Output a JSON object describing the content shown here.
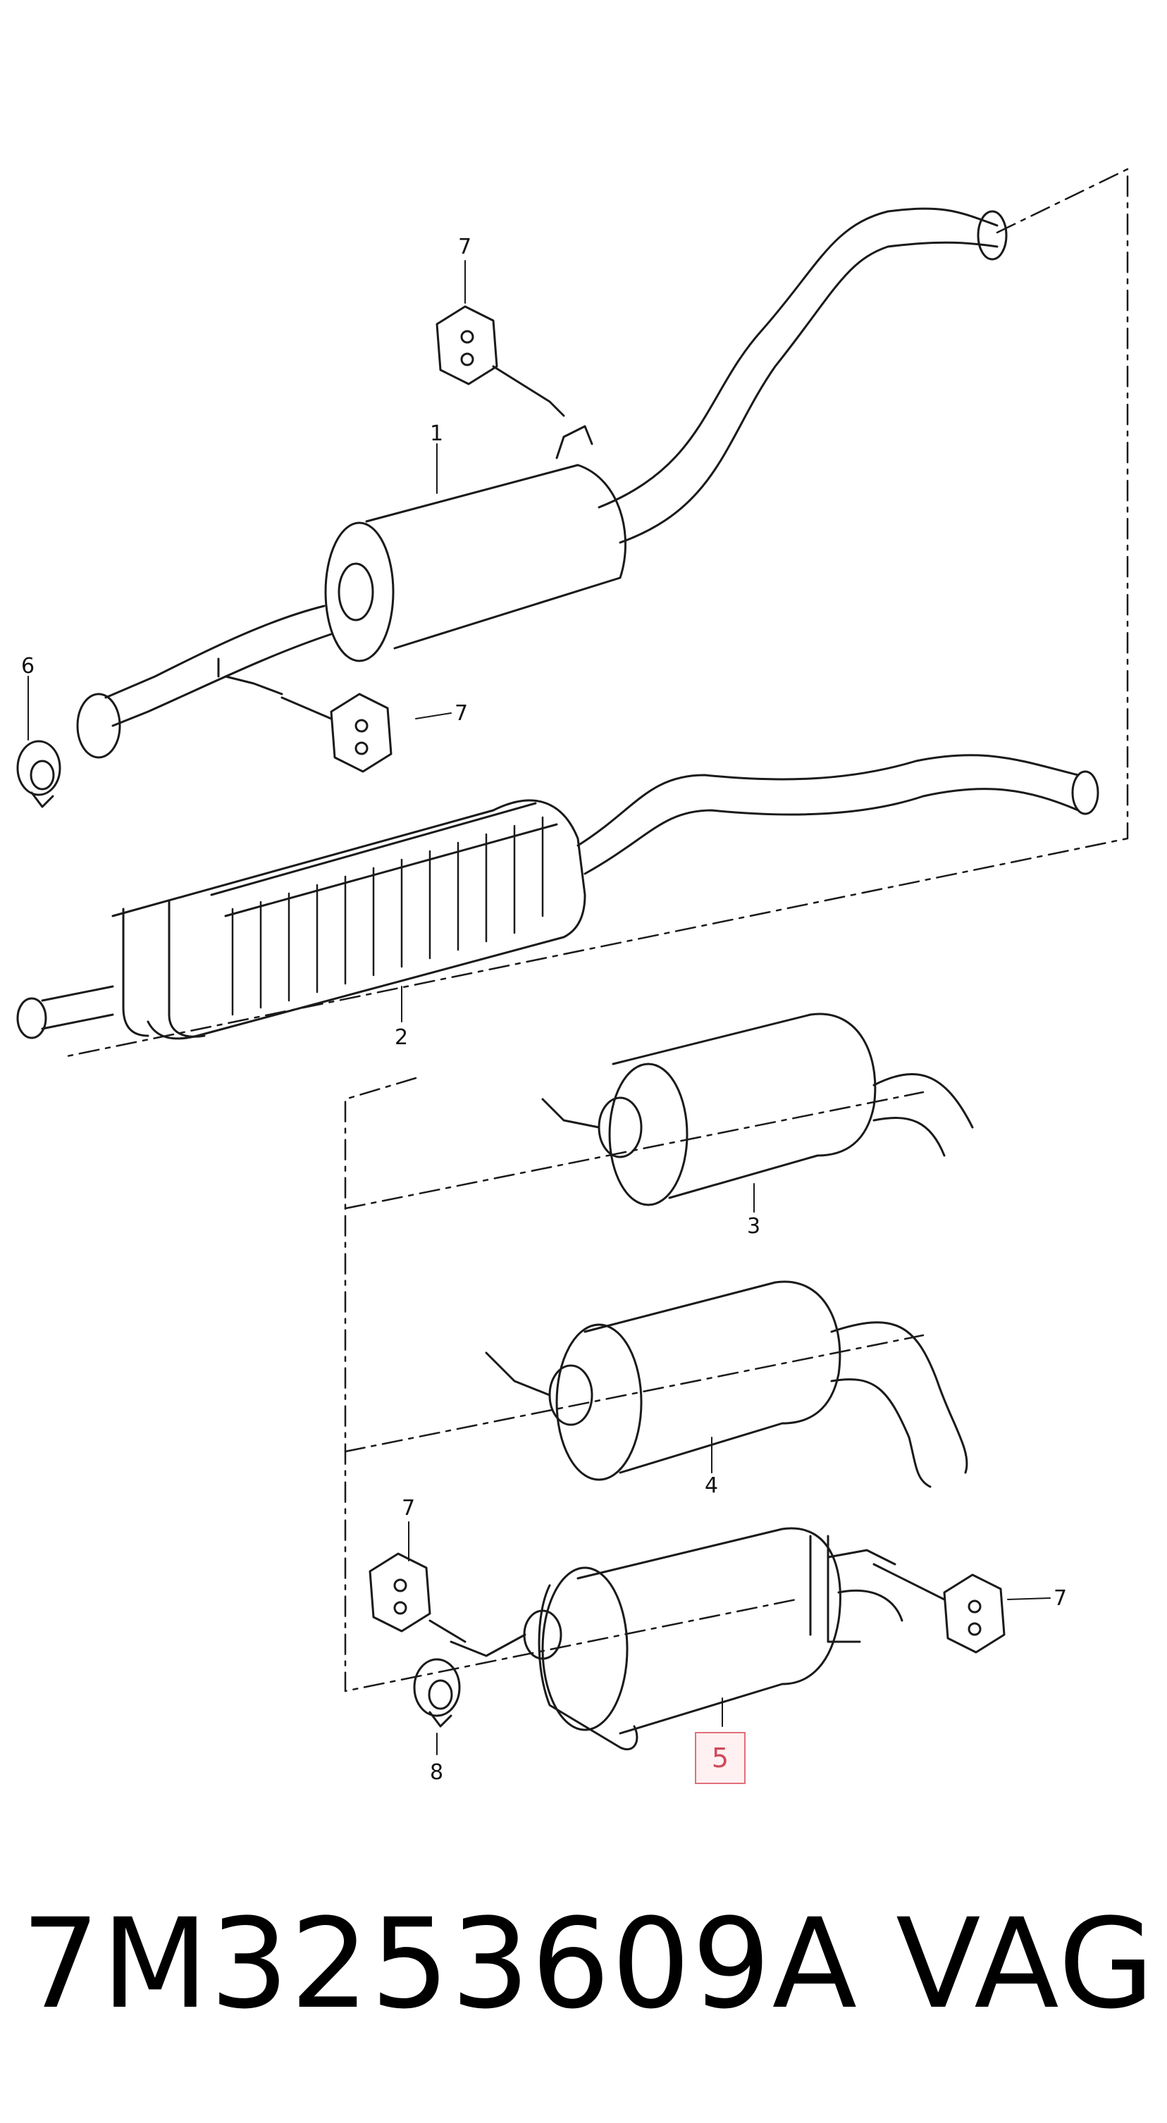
{
  "callouts": {
    "c1": "1",
    "c2": "2",
    "c3": "3",
    "c4": "4",
    "c5": "5",
    "c6": "6",
    "c7a": "7",
    "c7b": "7",
    "c7c": "7",
    "c7d": "7",
    "c8": "8"
  },
  "highlighted_part": "5",
  "caption": {
    "part_number": "7M3253609A",
    "brand": "VAG"
  },
  "colors": {
    "line": "#1a1a1a",
    "highlight_border": "#e0707a",
    "highlight_text": "#d04a5a"
  }
}
